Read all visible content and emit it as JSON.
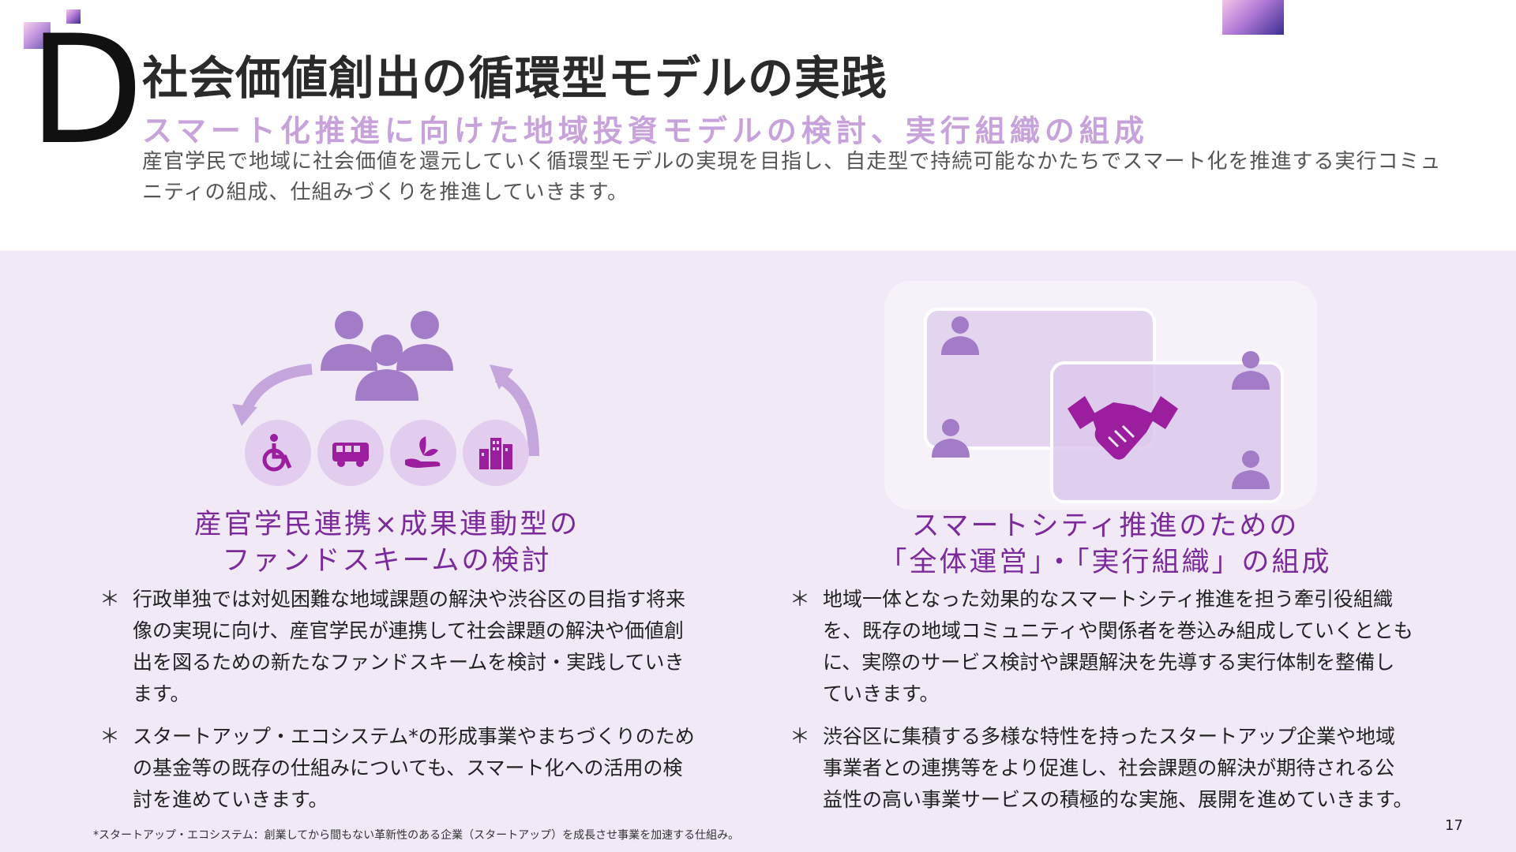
{
  "header": {
    "letter": "D",
    "title": "社会価値創出の循環型モデルの実践",
    "subtitle": "スマート化推進に向けた地域投資モデルの検討、実行組織の組成",
    "description": "産官学民で地域に社会価値を還元していく循環型モデルの実現を目指し、自走型で持続可能なかたちでスマート化を推進する実行コミュニティの組成、仕組みづくりを推進していきます。"
  },
  "left": {
    "title_line1": "産官学民連携×成果連動型の",
    "title_line2": "ファンドスキームの検討",
    "bullets": [
      "行政単独では対処困難な地域課題の解決や渋谷区の目指す将来像の実現に向け、産官学民が連携して社会課題の解決や価値創出を図るための新たなファンドスキームを検討・実践していきます。",
      "スタートアップ・エコシステム*の形成事業やまちづくりのための基金等の既存の仕組みについても、スマート化への活用の検討を進めていきます。"
    ],
    "icons": [
      "people-group-icon",
      "wheelchair-icon",
      "bus-icon",
      "hand-plant-icon",
      "buildings-icon",
      "curved-arrow-left-icon",
      "curved-arrow-right-icon"
    ]
  },
  "right": {
    "title_line1": "スマートシティ推進のための",
    "title_line2": "「全体運営」・「実行組織」の組成",
    "bullets": [
      "地域一体となった効果的なスマートシティ推進を担う牽引役組織を、既存の地域コミュニティや関係者を巻込み組成していくとともに、実際のサービス検討や課題解決を先導する実行体制を整備していきます。",
      "渋谷区に集積する多様な特性を持ったスタートアップ企業や地域事業者との連携等をより促進し、社会課題の解決が期待される公益性の高い事業サービスの積極的な実施、展開を進めていきます。"
    ],
    "icons": [
      "handshake-icon",
      "person-icon"
    ]
  },
  "bullet_marker": "＊",
  "footnote": "*スタートアップ・エコシステム：創業してから間もない革新性のある企業（スタートアップ）を成長させ事業を加速する仕組み。",
  "page_number": "17",
  "colors": {
    "panel_bg": "#f1e9f6",
    "icon_purple": "#a37cc8",
    "accent_magenta": "#9b1e9f",
    "title_purple": "#7a2a9a",
    "subtitle_lavender": "#c8a2da"
  }
}
